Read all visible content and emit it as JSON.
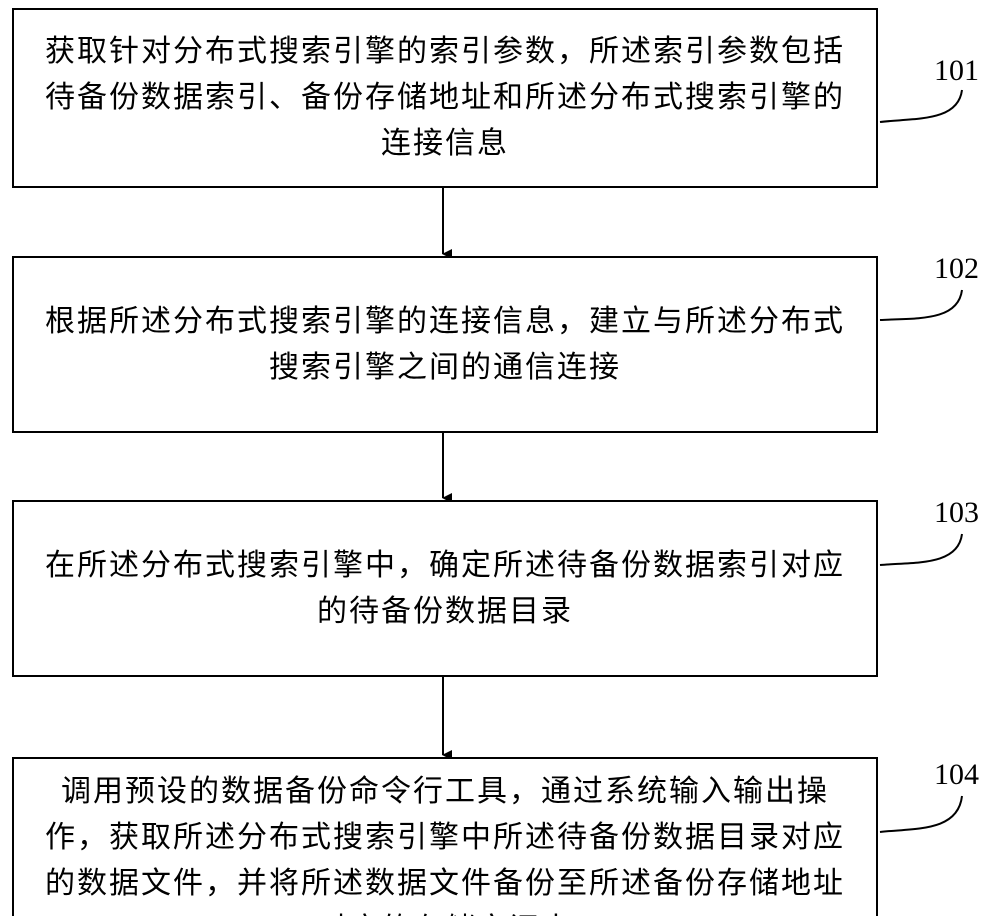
{
  "steps": [
    {
      "id": "101",
      "text": "获取针对分布式搜索引擎的索引参数，所述索引参数包括待备份数据索引、备份存储地址和所述分布式搜索引擎的连接信息"
    },
    {
      "id": "102",
      "text": "根据所述分布式搜索引擎的连接信息，建立与所述分布式搜索引擎之间的通信连接"
    },
    {
      "id": "103",
      "text": "在所述分布式搜索引擎中，确定所述待备份数据索引对应的待备份数据目录"
    },
    {
      "id": "104",
      "text": "调用预设的数据备份命令行工具，通过系统输入输出操作，获取所述分布式搜索引擎中所述待备份数据目录对应的数据文件，并将所述数据文件备份至所述备份存储地址对应的存储空间中"
    }
  ]
}
